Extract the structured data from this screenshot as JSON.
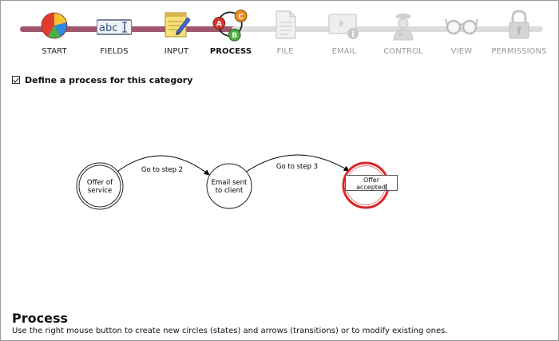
{
  "wizard": {
    "steps": [
      {
        "label": "START",
        "icon": "pie-chart-icon",
        "state": "done"
      },
      {
        "label": "FIELDS",
        "icon": "text-field-icon",
        "state": "done"
      },
      {
        "label": "INPUT",
        "icon": "notepad-pencil-icon",
        "state": "done"
      },
      {
        "label": "PROCESS",
        "icon": "process-graph-icon",
        "state": "current"
      },
      {
        "label": "FILE",
        "icon": "document-icon",
        "state": "disabled"
      },
      {
        "label": "EMAIL",
        "icon": "email-info-icon",
        "state": "disabled"
      },
      {
        "label": "CONTROL",
        "icon": "officer-icon",
        "state": "disabled"
      },
      {
        "label": "VIEW",
        "icon": "glasses-icon",
        "state": "disabled"
      },
      {
        "label": "PERMISSIONS",
        "icon": "padlock-icon",
        "state": "disabled"
      }
    ],
    "process_badges": [
      "A",
      "C",
      "B"
    ],
    "colors": {
      "done_track": "#a0566e",
      "pending_track": "#d9d9d9"
    }
  },
  "define_process": {
    "label": "Define a process for this category",
    "checked": true
  },
  "diagram": {
    "states": [
      {
        "id": "s1",
        "lines": [
          "Offer of",
          "service"
        ],
        "kind": "initial"
      },
      {
        "id": "s2",
        "lines": [
          "Email sent",
          "to client"
        ],
        "kind": "normal"
      },
      {
        "id": "s3",
        "lines": [
          "Offer",
          "accepted"
        ],
        "kind": "selected"
      }
    ],
    "transitions": [
      {
        "from": "s1",
        "to": "s2",
        "label": "Go to step 2"
      },
      {
        "from": "s2",
        "to": "s3",
        "label": "Go to step 3"
      }
    ],
    "colors": {
      "selected_ring": "#d9262a"
    }
  },
  "help": {
    "title": "Process",
    "text": "Use the right mouse button to create new circles (states) and arrows (transitions) or to modify existing ones."
  }
}
